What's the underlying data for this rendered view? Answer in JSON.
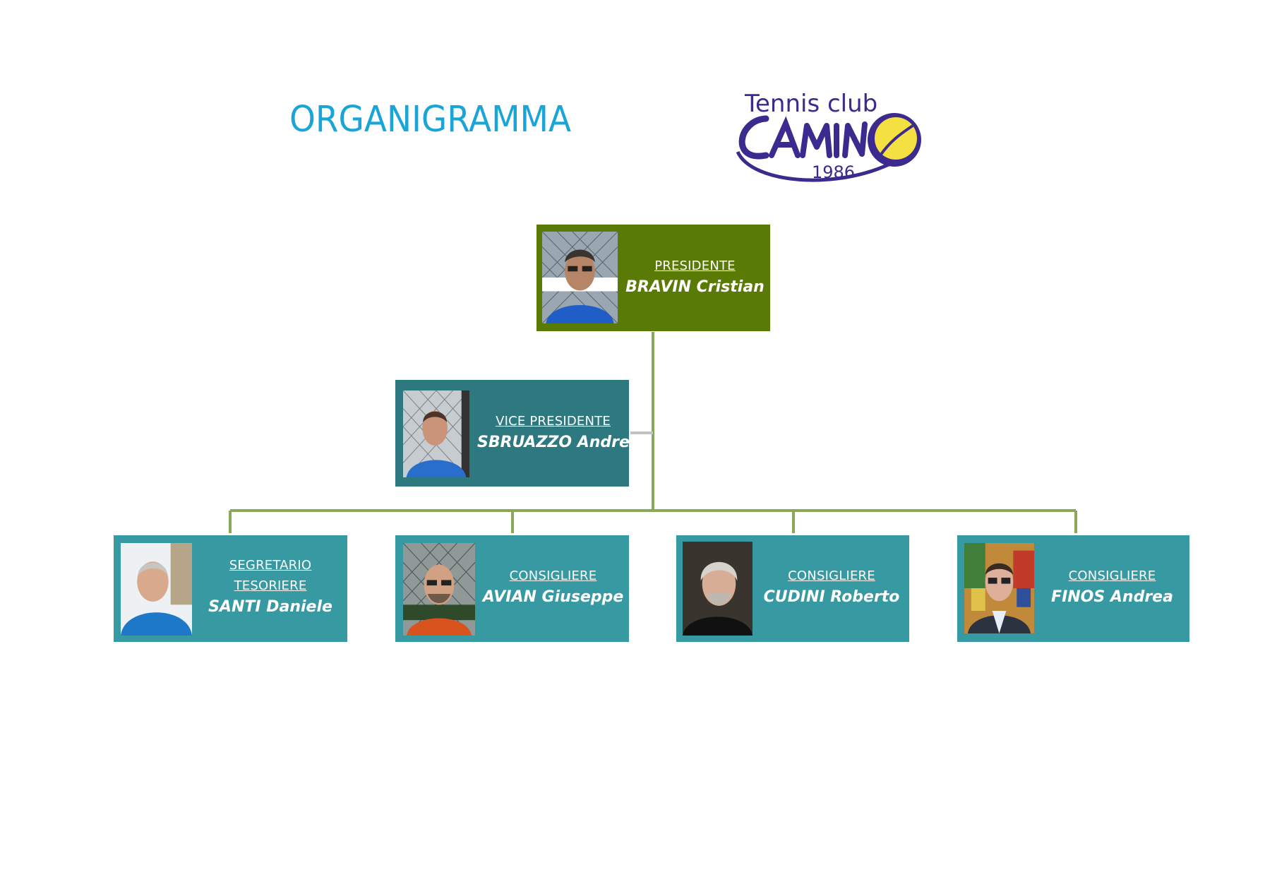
{
  "title": "ORGANIGRAMMA",
  "logo": {
    "top_text": "Tennis club",
    "main_text": "CAMINO",
    "year": "1986",
    "text_color": "#3c2a8f",
    "ball_color": "#f5e042"
  },
  "connector_color": "#8aa85a",
  "president": {
    "role": "PRESIDENTE",
    "name": "BRAVIN Cristian",
    "color": "#5a7a06"
  },
  "vice_president": {
    "role": "VICE PRESIDENTE",
    "name": "SBRUAZZO Andrea",
    "color": "#2e7880"
  },
  "members": [
    {
      "role_line1": "SEGRETARIO",
      "role_line2": "TESORIERE",
      "name": "SANTI Daniele"
    },
    {
      "role_line1": "CONSIGLIERE",
      "name": "AVIAN Giuseppe"
    },
    {
      "role_line1": "CONSIGLIERE",
      "name": "CUDINI Roberto"
    },
    {
      "role_line1": "CONSIGLIERE",
      "name": "FINOS Andrea"
    }
  ],
  "member_color": "#379aa3"
}
